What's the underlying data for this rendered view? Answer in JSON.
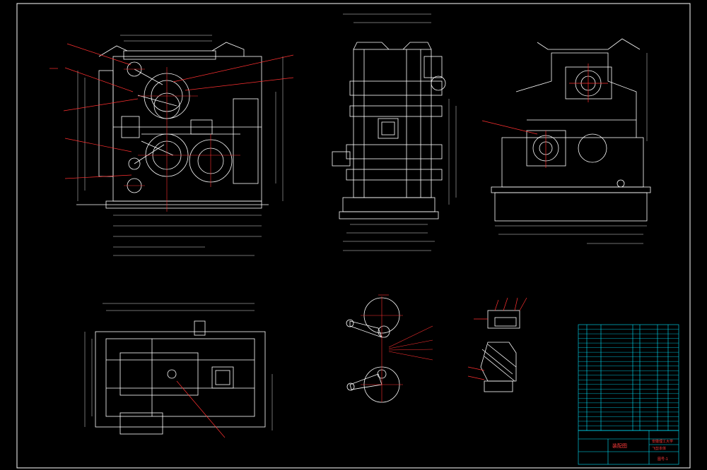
{
  "drawing": {
    "title": "装配图",
    "school": "安徽理工大学",
    "part_name": "飞剪本体",
    "drawing_no": "图号-1",
    "table_rows": 23
  },
  "colors": {
    "background": "#000000",
    "frame": "#ffffff",
    "outline": "#ffffff",
    "center_line": "#ff3030",
    "leader": "#ff3030",
    "dimension": "#e8e8e8",
    "table_line": "#00e5ff",
    "table_text": "#33ff66",
    "title_red": "#ff3b3b"
  },
  "views": [
    {
      "name": "front-view"
    },
    {
      "name": "side-view"
    },
    {
      "name": "right-view"
    },
    {
      "name": "top-view"
    },
    {
      "name": "blade-detail"
    },
    {
      "name": "section-detail"
    }
  ]
}
